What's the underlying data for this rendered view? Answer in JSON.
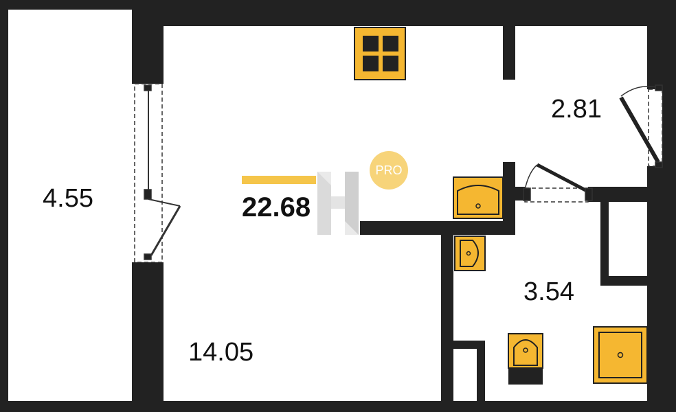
{
  "plan": {
    "total_area": "22.68",
    "rooms": {
      "balcony": {
        "area": "4.55"
      },
      "living": {
        "area": "14.05"
      },
      "hallway": {
        "area": "2.81"
      },
      "bathroom": {
        "area": "3.54"
      }
    },
    "badge": {
      "label": "PRO"
    }
  },
  "colors": {
    "wall": "#222222",
    "fixture_fill": "#F5B731",
    "accent_bar": "#F5C54A",
    "badge": "#F7D47A",
    "watermark": "#BDBDBD",
    "background": "#FFFFFF"
  },
  "icons": [
    "stove-icon",
    "sink-icon",
    "washbasin-icon",
    "toilet-icon",
    "shower-tray-icon",
    "logo-watermark-icon"
  ]
}
